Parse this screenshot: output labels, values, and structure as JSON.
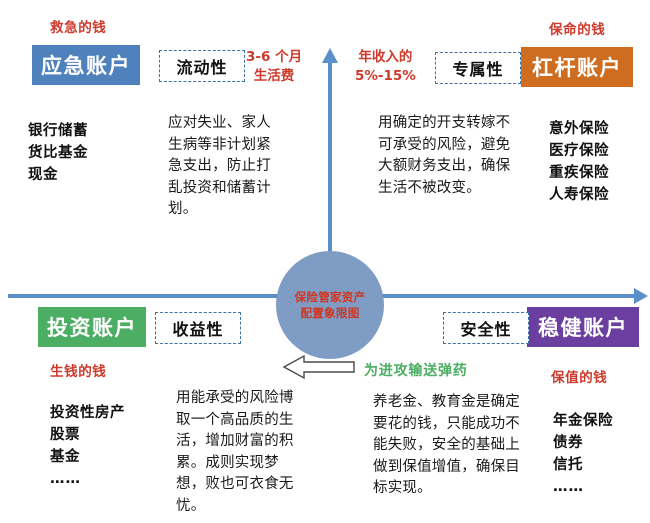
{
  "center": {
    "name": "center-circle",
    "line1": "保险管家资产",
    "line2": "配置象限图",
    "color": "#7F9DC4",
    "text_color": "#D4341E"
  },
  "axes": {
    "color": "#5B8FC9",
    "vertical_name": "vertical-axis",
    "horizontal_name": "horizontal-axis"
  },
  "quadrants": {
    "top_left": {
      "caption": "救急的钱",
      "account_label": "应急账户",
      "account_color": "#4F81BD",
      "attribute": "流动性",
      "amount_line1": "3-6 个月",
      "amount_line2": "生活费",
      "items": [
        "银行储蓄",
        "货比基金",
        "现金"
      ],
      "description": "应对失业、家人生病等非计划紧急支出，防止打乱投资和储蓄计划。"
    },
    "top_right": {
      "caption": "保命的钱",
      "account_label": "杠杆账户",
      "account_color": "#CE6D20",
      "attribute": "专属性",
      "amount_line1": "年收入的",
      "amount_line2": "5%-15%",
      "items": [
        "意外保险",
        "医疗保险",
        "重疾保险",
        "人寿保险"
      ],
      "description": "用确定的开支转嫁不可承受的风险，避免大额财务支出，确保生活不被改变。"
    },
    "bottom_left": {
      "caption": "生钱的钱",
      "account_label": "投资账户",
      "account_color": "#4BAE63",
      "attribute": "收益性",
      "items": [
        "投资性房产",
        "股票",
        "基金",
        "……"
      ],
      "description": "用能承受的风险博取一个高品质的生活，增加财富的积累。成则实现梦想，败也可衣食无忧。"
    },
    "bottom_right": {
      "caption": "保值的钱",
      "account_label": "稳健账户",
      "account_color": "#6B3FA0",
      "attribute": "安全性",
      "supply_note": "为进攻输送弹药",
      "items": [
        "年金保险",
        "债券",
        "信托",
        "……"
      ],
      "description": "养老金、教育金是确定要花的钱，只能成功不能失败，安全的基础上做到保值增值，确保目标实现。"
    }
  },
  "arrow": {
    "name": "supply-arrow",
    "direction": "left",
    "fill": "#FFFFFF",
    "stroke": "#4A4A4A"
  }
}
